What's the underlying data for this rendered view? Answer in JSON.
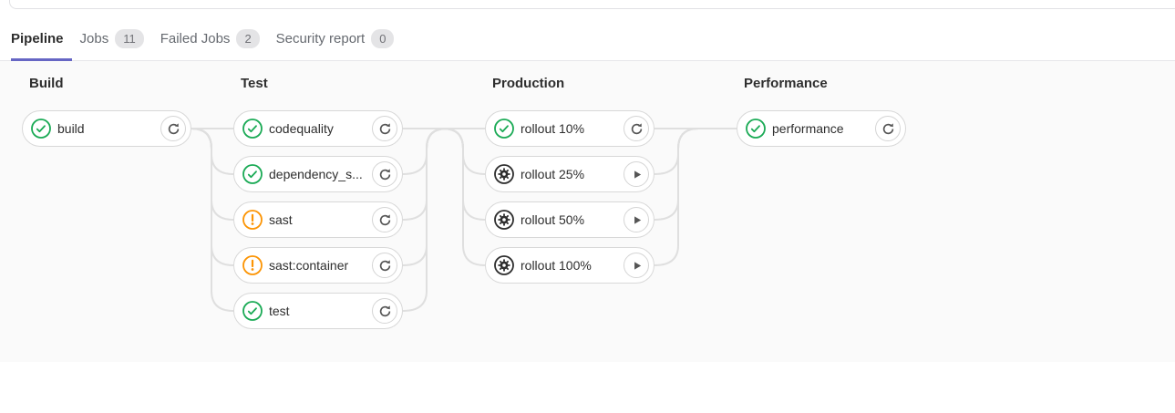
{
  "tabs": {
    "pipeline": {
      "label": "Pipeline"
    },
    "jobs": {
      "label": "Jobs",
      "badge": "11"
    },
    "failed_jobs": {
      "label": "Failed Jobs",
      "badge": "2"
    },
    "security_report": {
      "label": "Security report",
      "badge": "0"
    }
  },
  "stages": [
    {
      "name": "Build",
      "jobs": [
        {
          "label": "build",
          "status": "success",
          "action": "retry"
        }
      ]
    },
    {
      "name": "Test",
      "jobs": [
        {
          "label": "codequality",
          "status": "success",
          "action": "retry"
        },
        {
          "label": "dependency_s...",
          "status": "success",
          "action": "retry"
        },
        {
          "label": "sast",
          "status": "warning",
          "action": "retry"
        },
        {
          "label": "sast:container",
          "status": "warning",
          "action": "retry"
        },
        {
          "label": "test",
          "status": "success",
          "action": "retry"
        }
      ]
    },
    {
      "name": "Production",
      "jobs": [
        {
          "label": "rollout 10%",
          "status": "success",
          "action": "retry"
        },
        {
          "label": "rollout 25%",
          "status": "manual",
          "action": "play"
        },
        {
          "label": "rollout 50%",
          "status": "manual",
          "action": "play"
        },
        {
          "label": "rollout 100%",
          "status": "manual",
          "action": "play"
        }
      ]
    },
    {
      "name": "Performance",
      "jobs": [
        {
          "label": "performance",
          "status": "success",
          "action": "retry"
        }
      ]
    }
  ],
  "colors": {
    "success": "#1aaa55",
    "warning": "#fc9403",
    "manual": "#2e2e2e",
    "icon_gray": "#555555",
    "accent": "#6666c4",
    "connector": "#dfdfdf",
    "graph_bg": "#fafafa"
  }
}
